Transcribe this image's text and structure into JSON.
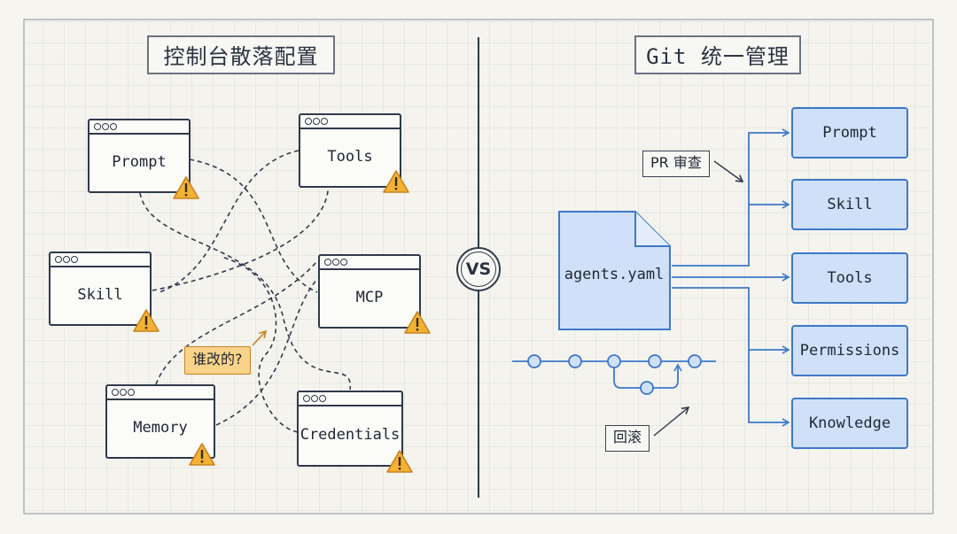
{
  "left_title": "控制台散落配置",
  "right_title": "Git 统一管理",
  "vs_label": "VS",
  "scattered_windows": {
    "prompt": "Prompt",
    "tools": "Tools",
    "skill": "Skill",
    "mcp": "MCP",
    "memory": "Memory",
    "credentials": "Credentials"
  },
  "who_changed_label": "谁改的?",
  "yaml_file": "agents.yaml",
  "pr_review_label": "PR 审查",
  "rollback_label": "回滚",
  "managed_configs": [
    "Prompt",
    "Skill",
    "Tools",
    "Permissions",
    "Knowledge"
  ],
  "colors": {
    "accent_blue": "#3e78c8",
    "box_fill": "#cfe0f8",
    "warning": "#f2b233",
    "ink": "#2f3a4a"
  },
  "icons": [
    "warning-icon",
    "document-icon",
    "arrow-icon",
    "window-dots-icon"
  ]
}
